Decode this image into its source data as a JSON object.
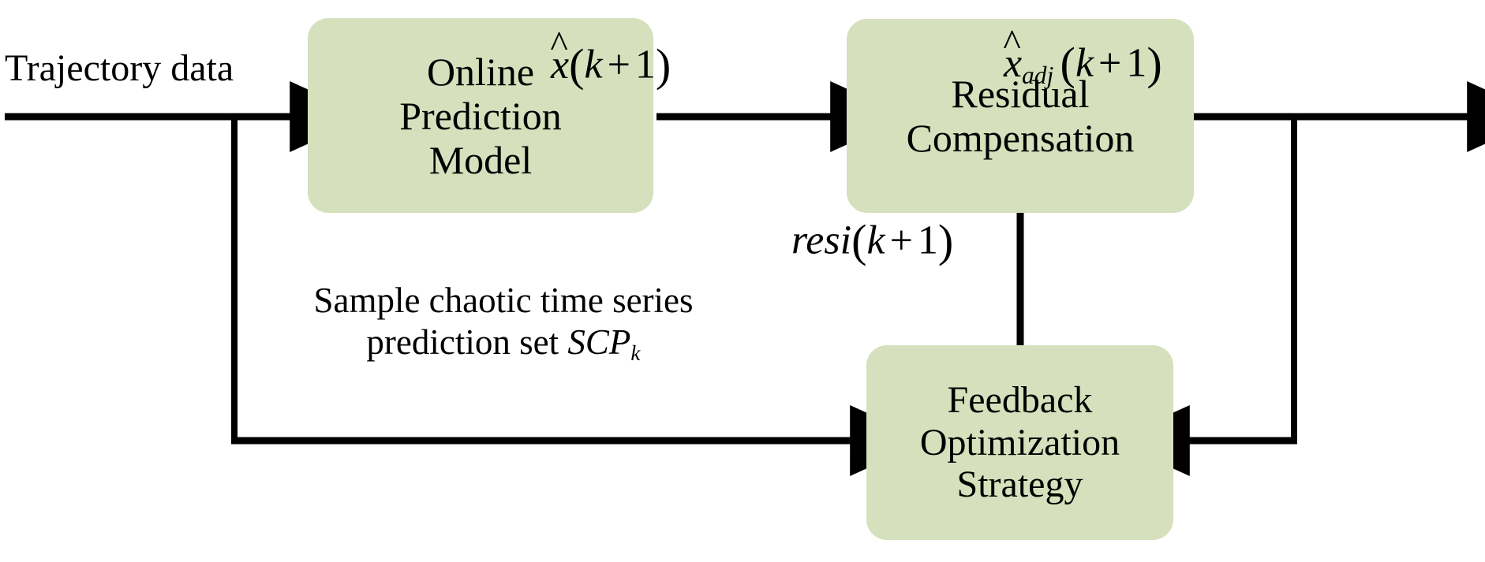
{
  "diagram": {
    "title": "Online prediction with residual compensation and feedback optimization block diagram",
    "background_color": "#ffffff",
    "box_fill_color": "#d6e0bc",
    "stroke_color": "#000000",
    "nodes": [
      {
        "id": "online-prediction-model",
        "lines": [
          "Online",
          "Prediction",
          "Model"
        ]
      },
      {
        "id": "residual-compensation",
        "lines": [
          "Residual",
          "Compensation"
        ]
      },
      {
        "id": "feedback-optimization-strategy",
        "lines": [
          "Feedback",
          "Optimization",
          "Strategy"
        ]
      }
    ],
    "labels": {
      "input": "Trajectory data",
      "prediction_output": {
        "hat": "^",
        "var": "x",
        "open": "(",
        "arg": "k",
        "op": "+",
        "num": "1",
        "close": ")"
      },
      "adjusted_output": {
        "hat": "^",
        "var": "x",
        "subscript": "adj",
        "open": "(",
        "arg": "k",
        "op": "+",
        "num": "1",
        "close": ")"
      },
      "residual": {
        "name": "resi",
        "open": "(",
        "arg": "k",
        "op": "+",
        "num": "1",
        "close": ")"
      },
      "sample_set": {
        "line1": "Sample chaotic time series",
        "line2_prefix": "prediction set ",
        "line2_symbol": "SCP",
        "line2_subscript": "k"
      }
    }
  }
}
